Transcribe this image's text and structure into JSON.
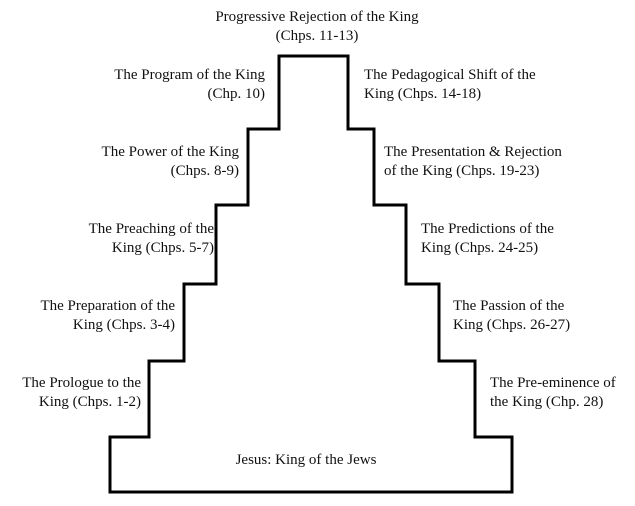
{
  "diagram": {
    "line_color": "#000000",
    "top_label": {
      "line1": "Progressive Rejection of the King",
      "line2": "(Chps. 11-13)"
    },
    "base_label": "Jesus: King of the Jews",
    "left_steps": [
      {
        "line1": "The Program of the King",
        "line2": "(Chp. 10)"
      },
      {
        "line1": "The Power of the King",
        "line2": "(Chps. 8-9)"
      },
      {
        "line1": "The Preaching of the",
        "line2": "King (Chps. 5-7)"
      },
      {
        "line1": "The Preparation of the",
        "line2": "King  (Chps. 3-4)"
      },
      {
        "line1": "The Prologue to the",
        "line2": "King  (Chps. 1-2)"
      }
    ],
    "right_steps": [
      {
        "line1": "The Pedagogical Shift of the",
        "line2": "King  (Chps. 14-18)"
      },
      {
        "line1": "The Presentation & Rejection",
        "line2": "of the King (Chps. 19-23)"
      },
      {
        "line1": "The Predictions of the",
        "line2": "King  (Chps. 24-25)"
      },
      {
        "line1": "The Passion of the",
        "line2": "King  (Chps. 26-27)"
      },
      {
        "line1": "The Pre-eminence of",
        "line2": "the King (Chp. 28)"
      }
    ]
  }
}
